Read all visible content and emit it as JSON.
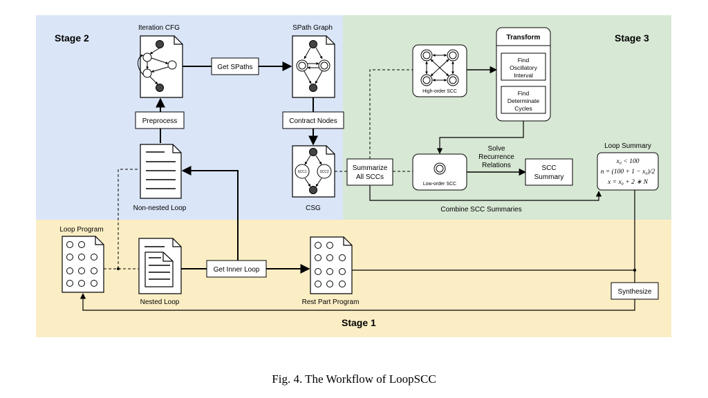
{
  "colors": {
    "stage1_bg": "#fbeec5",
    "stage2_bg": "#dae5f7",
    "stage3_bg": "#d7e8d4",
    "line": "#000000",
    "node_fill": "#444444"
  },
  "stages": {
    "stage1": "Stage 1",
    "stage2": "Stage 2",
    "stage3": "Stage 3"
  },
  "labels": {
    "iteration_cfg": "Iteration CFG",
    "spath_graph": "SPath Graph",
    "get_spaths": "Get SPaths",
    "preprocess": "Preprocess",
    "contract_nodes": "Contract Nodes",
    "non_nested_loop": "Non-nested Loop",
    "csg": "CSG",
    "scc1": "SCC1",
    "scc2": "SCC2",
    "summarize_1": "Summarize",
    "summarize_2": "All SCCs",
    "high_order_scc": "High-order SCC",
    "low_order_scc": "Low-order SCC",
    "transform": "Transform",
    "find_osc_1": "Find",
    "find_osc_2": "Oscillatory",
    "find_osc_3": "Interval",
    "find_det_1": "Find",
    "find_det_2": "Determinate",
    "find_det_3": "Cycles",
    "solve_1": "Solve",
    "solve_2": "Recurrence",
    "solve_3": "Relations",
    "scc_summary_1": "SCC",
    "scc_summary_2": "Summary",
    "loop_summary": "Loop Summary",
    "math_1": "x₀ < 100",
    "math_2": "n = (100 + 1 − x₀)/2",
    "math_3": "x = x₀ + 2 ∗ N",
    "combine": "Combine SCC Summaries",
    "loop_program": "Loop Program",
    "nested_loop": "Nested Loop",
    "get_inner_loop": "Get Inner Loop",
    "rest_part_program": "Rest Part Program",
    "synthesize": "Synthesize"
  },
  "caption": "Fig. 4.  The Workflow of LoopSCC"
}
